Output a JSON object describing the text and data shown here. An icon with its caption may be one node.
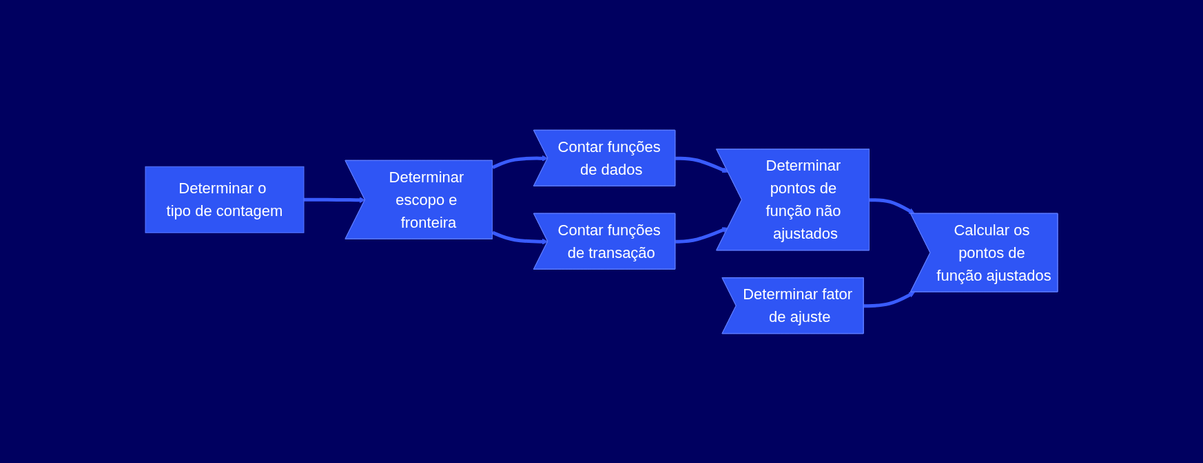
{
  "diagram": {
    "nodes": [
      {
        "text": [
          "Determinar o tipo de contagem"
        ]
      },
      {
        "text": [
          "Determinar escopo e fronteira"
        ]
      },
      {
        "text": [
          "Contar funções de dados"
        ]
      },
      {
        "text": [
          "Contar funções de transação"
        ]
      },
      {
        "text": [
          "Determinar pontos de função não ajustados"
        ]
      },
      {
        "text": [
          "Determinar fator de ajuste"
        ]
      },
      {
        "text": [
          "Calcular os pontos de função ajustados"
        ]
      }
    ],
    "edges": [
      {
        "from": 0,
        "to": 1,
        "arrow": "to"
      },
      {
        "from": 1,
        "to": 2,
        "arrow": "to"
      },
      {
        "from": 1,
        "to": 3,
        "arrow": "to"
      },
      {
        "from": 2,
        "to": 4,
        "arrow": "to"
      },
      {
        "from": 3,
        "to": 4,
        "arrow": "to"
      },
      {
        "from": 4,
        "to": 6,
        "arrow": "to"
      },
      {
        "from": 5,
        "to": 6,
        "arrow": "to"
      }
    ]
  }
}
